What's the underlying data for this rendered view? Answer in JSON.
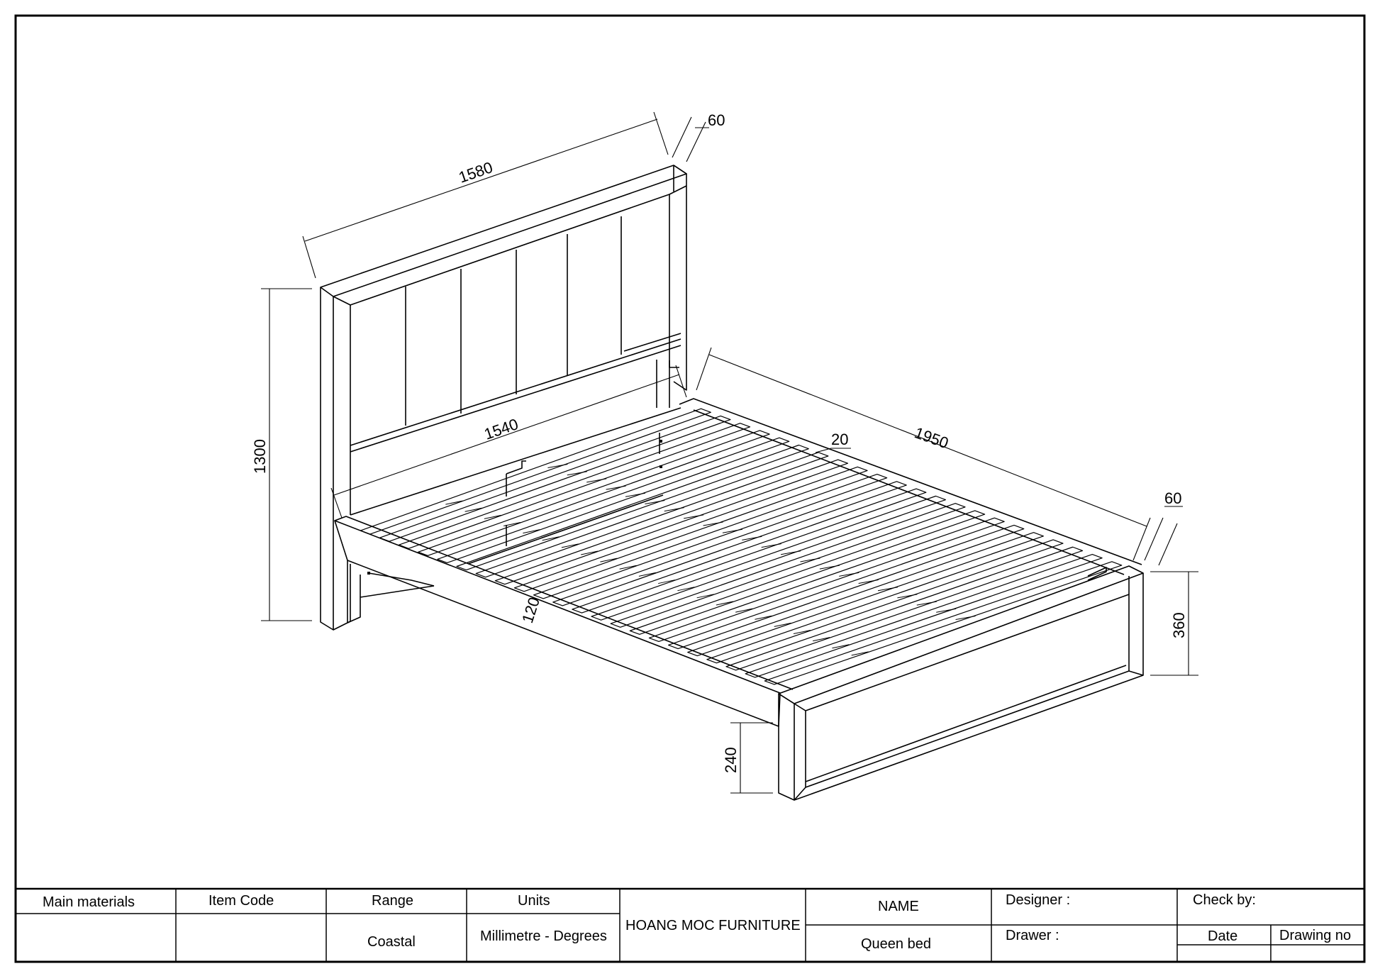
{
  "drawing": {
    "dimensions": {
      "headboard_width": "1580",
      "headboard_thickness": "60",
      "headboard_height": "1300",
      "inner_width": "1540",
      "slat_thickness": "20",
      "bed_length": "1950",
      "footboard_thickness": "60",
      "side_rail_height": "120",
      "footboard_height": "360",
      "leg_height": "240"
    }
  },
  "title_block": {
    "main_materials_label": "Main materials",
    "item_code_label": "Item Code",
    "range_label": "Range",
    "range_value": "Coastal",
    "units_label": "Units",
    "units_value": "Millimetre - Degrees",
    "company": "HOANG MOC FURNITURE",
    "name_label": "NAME",
    "name_value": "Queen bed",
    "designer_label": "Designer :",
    "drawer_label": "Drawer :",
    "check_by_label": "Check by:",
    "date_label": "Date",
    "drawing_no_label": "Drawing no"
  }
}
